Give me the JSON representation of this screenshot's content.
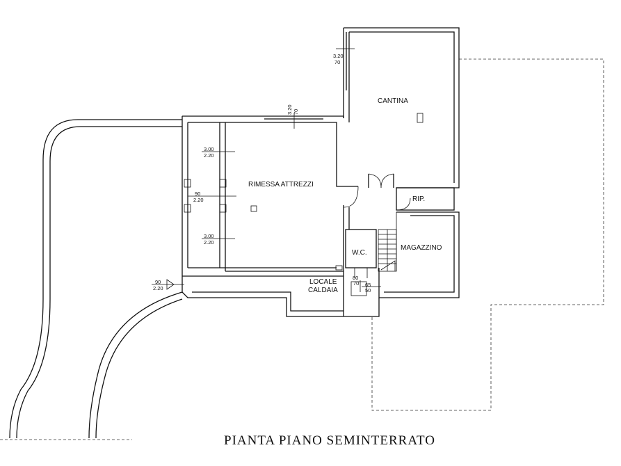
{
  "plan": {
    "title": "PIANTA PIANO SEMINTERRATO",
    "rooms": {
      "cantina": "CANTINA",
      "rimessa": "RIMESSA ATTREZZI",
      "rip": "RIP.",
      "wc": "W.C.",
      "magazzino": "MAGAZZINO",
      "locale": "LOCALE",
      "caldaia": "CALDAIA"
    },
    "dimensions": {
      "cantina_window_a": "3.20",
      "cantina_window_b": "70",
      "rimessa_window_a": "3.20",
      "rimessa_window_b": "70",
      "rimessa_door1_a": "3.00",
      "rimessa_door1_b": "2.20",
      "rimessa_door2_a": "90",
      "rimessa_door2_b": "2.20",
      "rimessa_door3_a": "3.00",
      "rimessa_door3_b": "2.20",
      "caldaia_door_a": "90",
      "caldaia_door_b": "2.20",
      "wc_window_a": "80",
      "wc_window_b": "70",
      "wc_window2_a": "65",
      "wc_window2_b": "50"
    }
  }
}
